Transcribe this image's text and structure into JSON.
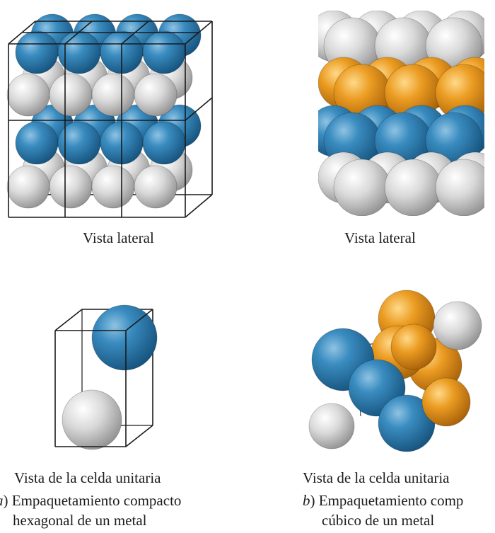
{
  "colors": {
    "blue": "#2f7fb1",
    "white": "#d6d6d6",
    "orange": "#e99a1f",
    "frame": "#1a1a1a"
  },
  "left": {
    "side_view_label": "Vista lateral",
    "unit_cell_label": "Vista de la celda unitaria",
    "caption_letter": "a",
    "caption_line1": ") Empaquetamiento compacto",
    "caption_line2": "hexagonal de un metal"
  },
  "right": {
    "side_view_label": "Vista lateral",
    "unit_cell_label": "Vista de la celda unitaria",
    "caption_letter": "b",
    "caption_line1": ") Empaquetamiento comp",
    "caption_line2": "cúbico de un metal"
  }
}
